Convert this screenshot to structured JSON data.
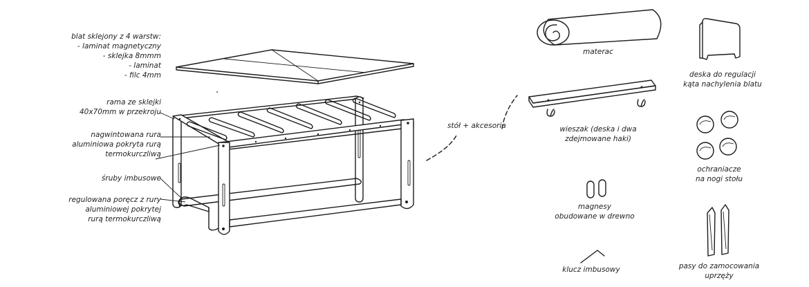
{
  "left_callouts": {
    "tabletop": [
      "blat sklejony z 4 warstw:",
      "- laminat magnetyczny",
      "- sklejka 8mmm",
      "- laminat",
      "- filc 4mm"
    ],
    "frame": [
      "rama ze sklejki",
      "40x70mm w przekroju"
    ],
    "tube": [
      "nagwintowana rura",
      "aluminiowa pokryta rurą",
      "termokurczliwą"
    ],
    "screws": [
      "śruby imbusowe"
    ],
    "rail": [
      "regulowana poręcz z rury",
      "aluminiowej pokrytej",
      "rurą termokurczliwą"
    ]
  },
  "center_label": "stół + akcesoria",
  "accessories": {
    "mattress": [
      "materac"
    ],
    "hanger": [
      "wieszak (deska i dwa",
      "zdejmowane haki)"
    ],
    "magnets": [
      "magnesy",
      "obudowane w drewno"
    ],
    "allen_key": [
      "klucz imbusowy"
    ],
    "tilt_board": [
      "deska do regulacji",
      "kąta nachylenia blatu"
    ],
    "leg_protectors": [
      "ochraniacze",
      "na nogi stołu"
    ],
    "straps": [
      "pasy do zamocowania",
      "uprzęży"
    ]
  },
  "icons": {
    "mattress": "rolled-mattress-icon",
    "hanger": "hanger-board-icon",
    "magnets": "magnet-icon",
    "allen_key": "allen-key-icon",
    "tilt_board": "tilt-board-icon",
    "leg_protectors": "leg-protector-icon",
    "straps": "strap-icon"
  }
}
